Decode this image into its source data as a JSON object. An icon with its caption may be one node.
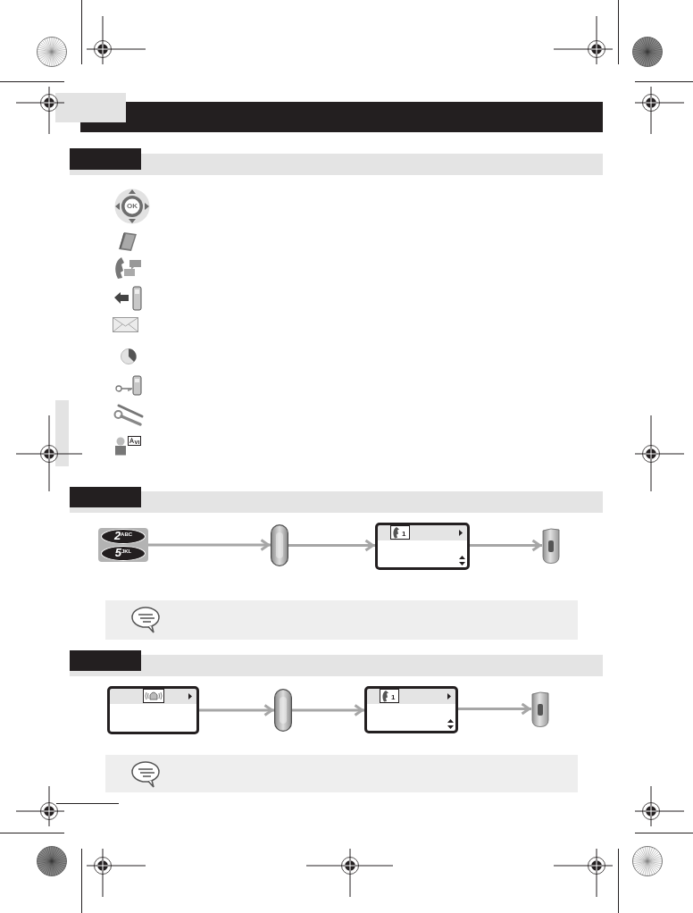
{
  "diagram": {
    "nodes": [
      {
        "text": [],
        "shape": "bar"
      },
      {
        "text": [],
        "shape": "bar"
      },
      {
        "text": [],
        "shape": "bar"
      },
      {
        "text": [
          "2$^{ABC}$",
          "5$^{JKL}$"
        ]
      },
      {
        "text": [],
        "shape": "picture"
      },
      {
        "text": [
          "1"
        ]
      },
      {
        "text": [],
        "shape": "picture"
      },
      {
        "text": [],
        "shape": "bar"
      },
      {
        "text": [],
        "shape": "picture"
      },
      {
        "text": [],
        "shape": "picture"
      },
      {
        "text": [
          "1"
        ]
      },
      {
        "text": [],
        "shape": "picture"
      }
    ],
    "edges": [
      {
        "from": 3,
        "to": 4,
        "arrow": "to"
      },
      {
        "from": 4,
        "to": 5,
        "arrow": "to"
      },
      {
        "from": 5,
        "to": 6,
        "arrow": "to"
      },
      {
        "from": 8,
        "to": 9,
        "arrow": "to"
      },
      {
        "from": 9,
        "to": 10,
        "arrow": "to"
      },
      {
        "from": 10,
        "to": 11,
        "arrow": "to"
      }
    ],
    "labels": [
      "OK"
    ]
  }
}
